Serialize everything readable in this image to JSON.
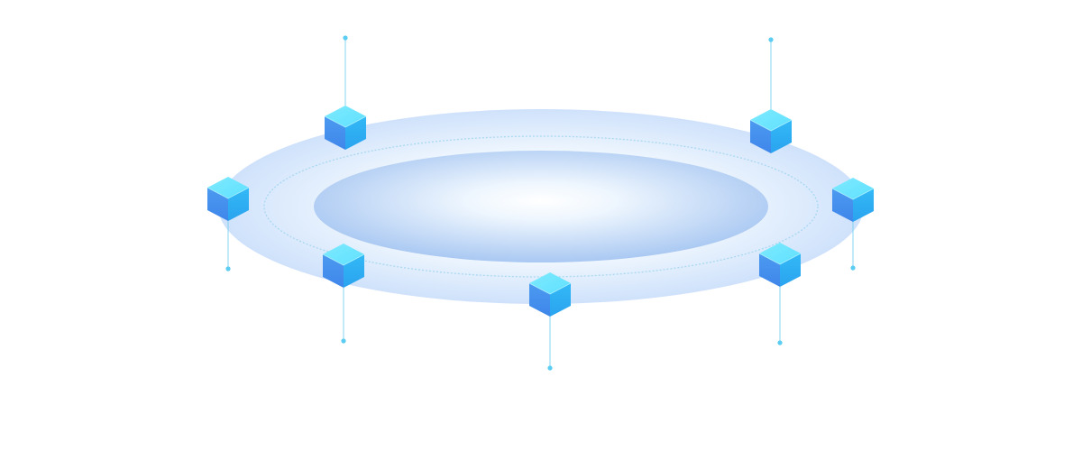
{
  "diagram": {
    "type": "ring-network",
    "background_color": "#ffffff",
    "colors": {
      "platform_outer": "#cfe2fb",
      "platform_mid": "#eaf3fd",
      "platform_inner": "#a9c8f2",
      "platform_glow": "#ffffff",
      "orbit_ring": "#9cd3ef",
      "cube_top": "#5fe0ff",
      "cube_left": "#3f86ea",
      "cube_right": "#33b9f6",
      "connector": "#6fd0f2",
      "connector_dot": "#5ccdf2"
    },
    "nodes": [
      {
        "id": "node-1",
        "icon": "cube-icon",
        "connector": "up"
      },
      {
        "id": "node-2",
        "icon": "cube-icon",
        "connector": "up"
      },
      {
        "id": "node-3",
        "icon": "cube-icon",
        "connector": "down"
      },
      {
        "id": "node-4",
        "icon": "cube-icon",
        "connector": "down"
      },
      {
        "id": "node-5",
        "icon": "cube-icon",
        "connector": "down"
      },
      {
        "id": "node-6",
        "icon": "cube-icon",
        "connector": "down"
      },
      {
        "id": "node-7",
        "icon": "cube-icon",
        "connector": "down"
      }
    ]
  }
}
